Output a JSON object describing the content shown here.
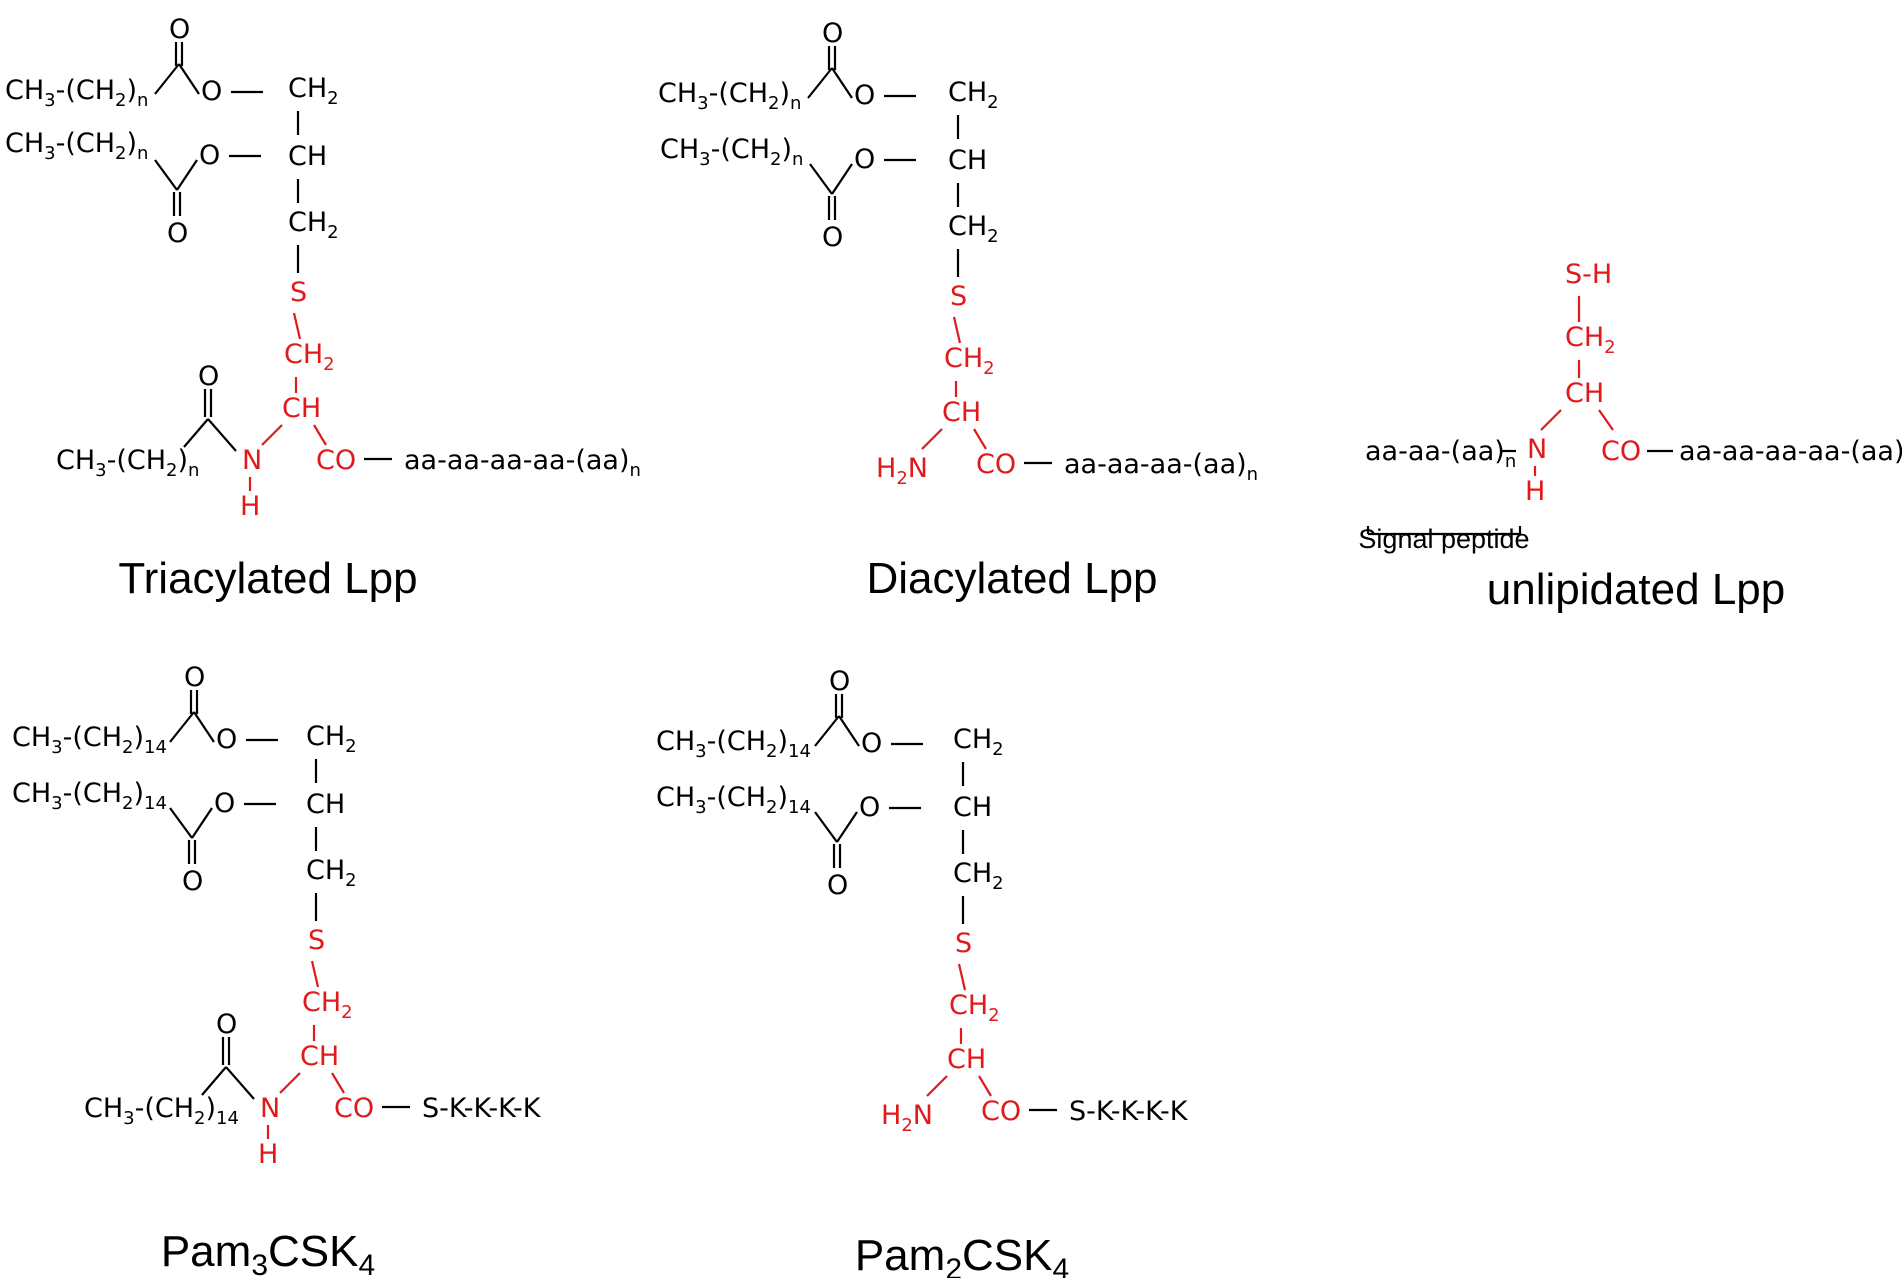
{
  "colors": {
    "black": "#000000",
    "red": "#e0191b"
  },
  "titles": {
    "triacylated": "Triacylated Lpp",
    "diacylated": "Diacylated Lpp",
    "unlipidated": "unlipidated Lpp",
    "pam3": {
      "base": "Pam",
      "n1": "3",
      "mid": "CSK",
      "n2": "4"
    },
    "pam2": {
      "base": "Pam",
      "n1": "2",
      "mid": "CSK",
      "n2": "4"
    }
  },
  "signal_peptide_label": "Signal peptide",
  "atoms": {
    "O": "O",
    "CH": "CH",
    "S": "S",
    "N": "N",
    "H": "H",
    "CO": "CO",
    "CH2_base": "CH",
    "sub2": "2",
    "CH3": "CH",
    "sub3": "3",
    "paren": "-(CH",
    "close_paren": ")",
    "n": "n",
    "fourteen": "14",
    "H2N_H": "H",
    "H2N_N": "N",
    "SH": "S-H"
  },
  "chains": {
    "aa4": "aa-aa-aa-aa-(aa)",
    "aa3": "aa-aa-aa-(aa)",
    "aa2": "aa-aa-(aa)",
    "skkkk": "S-K-K-K-K"
  }
}
